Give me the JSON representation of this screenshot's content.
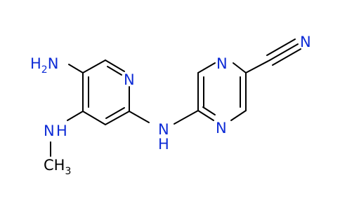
{
  "molecule": {
    "labels": {
      "amino": "H2N",
      "amino_h": "H",
      "amino_sub": "2",
      "amino_n": "N",
      "pyridine_n": "N",
      "methylamino_n": "N",
      "methylamino_h": "H",
      "methyl_ch": "CH",
      "methyl_sub": "3",
      "linker_n": "N",
      "linker_h": "H",
      "pyrazine_n_top": "N",
      "pyrazine_n_bottom": "N",
      "nitrile_n": "N"
    },
    "colors": {
      "nitrogen": "#0d2bd6",
      "carbon": "#000000",
      "background": "#ffffff"
    }
  }
}
